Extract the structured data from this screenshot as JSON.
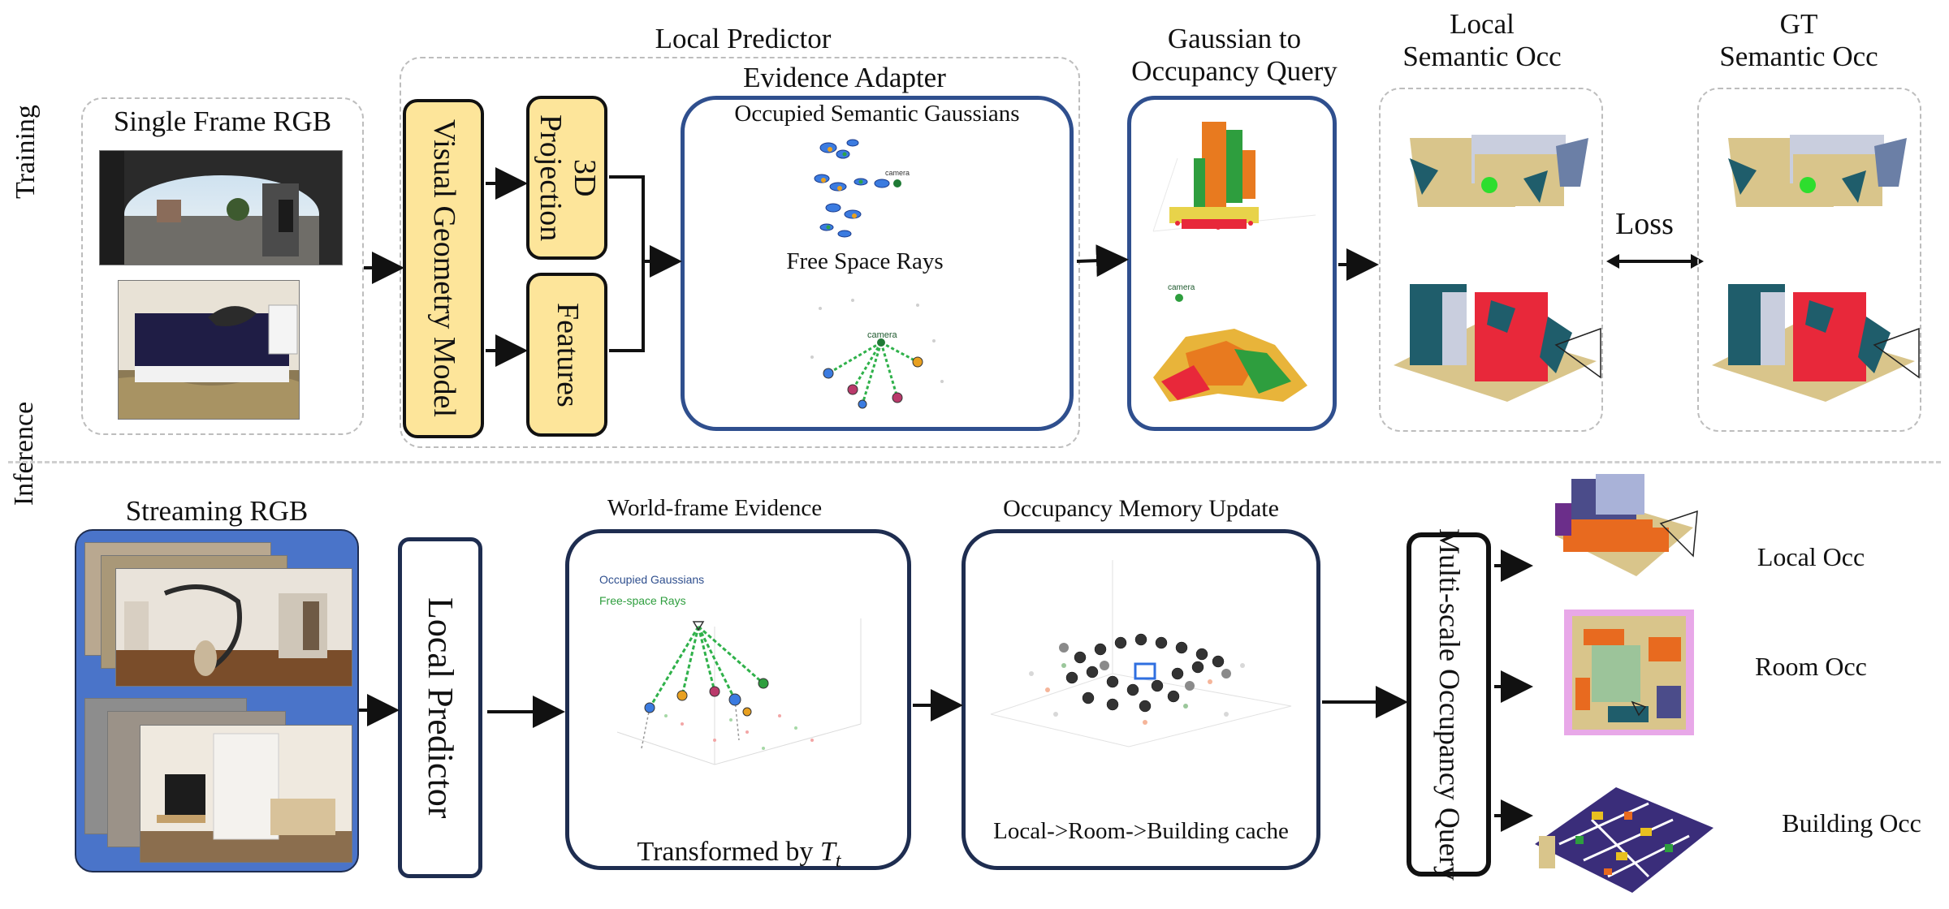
{
  "rows": {
    "training": "Training",
    "inference": "Inference"
  },
  "training": {
    "single_frame_rgb": "Single Frame RGB",
    "local_predictor_title": "Local Predictor",
    "visual_geometry_model": "Visual Geometry Model",
    "projection_3d_line1": "3D",
    "projection_3d_line2": "Projection",
    "features": "Features",
    "evidence_adapter": "Evidence Adapter",
    "occupied_semantic_gaussians": "Occupied Semantic Gaussians",
    "camera_label": "camera",
    "free_space_rays": "Free Space Rays",
    "gaussian_query_line1": "Gaussian to",
    "gaussian_query_line2": "Occupancy Query",
    "local_semantic_line1": "Local",
    "local_semantic_line2": "Semantic Occ",
    "gt_semantic_line1": "GT",
    "gt_semantic_line2": "Semantic Occ",
    "loss": "Loss"
  },
  "inference": {
    "streaming_rgb": "Streaming RGB",
    "local_predictor": "Local Predictor",
    "world_frame_evidence": "World-frame Evidence",
    "legend_occupied": "Occupied Gaussians",
    "legend_free": "Free-space Rays",
    "transformed_by": "Transformed by",
    "transform_symbol": "T",
    "transform_subscript": "t",
    "occupancy_memory_update": "Occupancy Memory Update",
    "cache_chain": "Local->Room->Building cache",
    "multiscale_query": "Multi-scale Occupancy Query",
    "local_occ": "Local Occ",
    "room_occ": "Room Occ",
    "building_occ": "Building Occ"
  },
  "colors": {
    "yellow_block": "#fde59a",
    "adapter_border": "#2f4f8e",
    "navy_border": "#1e2d50",
    "streaming_bg": "#4a74c9",
    "ray_green": "#2e9e3e",
    "occ_sand": "#d9c58b",
    "occ_red": "#e8283a",
    "occ_teal": "#1f5d6b",
    "occ_orange": "#e86a1f"
  }
}
